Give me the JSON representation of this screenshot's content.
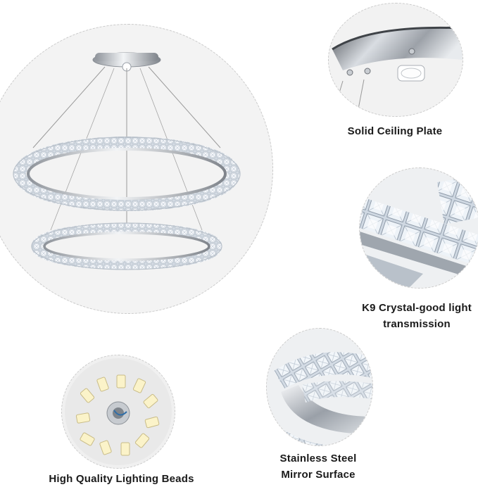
{
  "captions": {
    "ceiling_plate": "Solid Ceiling Plate",
    "crystal_line1": "K9 Crystal-good light",
    "crystal_line2": "transmission",
    "beads": "High Quality Lighting Beads",
    "steel_line1": "Stainless Steel",
    "steel_line2": "Mirror Surface"
  },
  "colors": {
    "background": "#ffffff",
    "circle_fill": "#f4f4f4",
    "dashed_border": "#c9c9c9",
    "chrome": "#b8bcc2",
    "caption_text": "#1a1a1a"
  },
  "icons": {
    "main": "two-ring-crystal-chandelier",
    "detail1": "ceiling-plate-closeup",
    "detail2": "crystal-closeup",
    "detail3": "led-bead-board",
    "detail4": "mirror-steel-ring-closeup"
  }
}
